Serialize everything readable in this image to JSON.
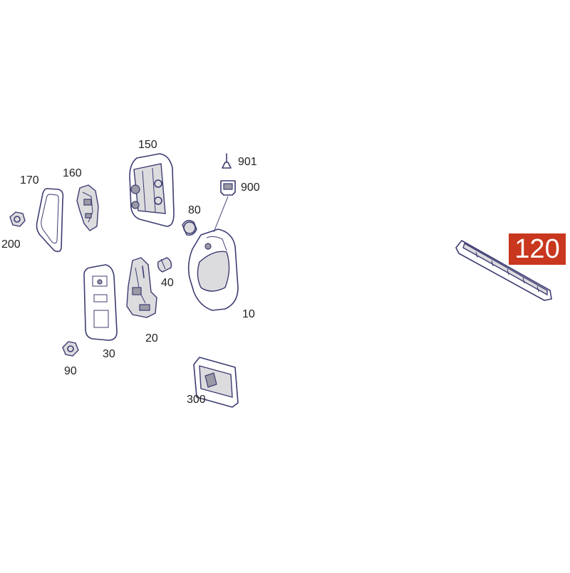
{
  "diagram": {
    "labels": {
      "p150": "150",
      "p901": "901",
      "p900": "900",
      "p170": "170",
      "p160": "160",
      "p80": "80",
      "p200": "200",
      "p40": "40",
      "p10": "10",
      "p20": "20",
      "p30": "30",
      "p90": "90",
      "p300": "300",
      "p120": "120"
    },
    "highlight_color": "#c8371e",
    "line_color": "#3c3c72"
  }
}
